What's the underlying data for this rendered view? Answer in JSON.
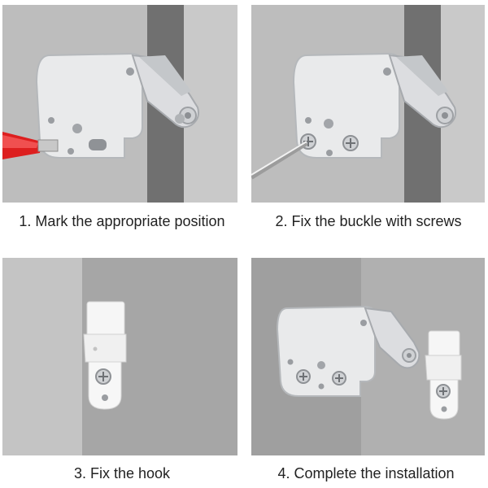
{
  "steps": [
    {
      "caption": "1. Mark the appropriate position"
    },
    {
      "caption": "2. Fix the buckle with screws"
    },
    {
      "caption": "3. Fix the hook"
    },
    {
      "caption": "4. Complete the installation"
    }
  ],
  "colors": {
    "wall_light": "#bcbcbc",
    "wall_dark": "#6f6f6f",
    "wall_mid": "#a8a8a8",
    "metal": "#ecedee",
    "metal_shadow": "#b9bcbf",
    "hook_white": "#f7f7f7",
    "screwdriver_red": "#e02020"
  }
}
